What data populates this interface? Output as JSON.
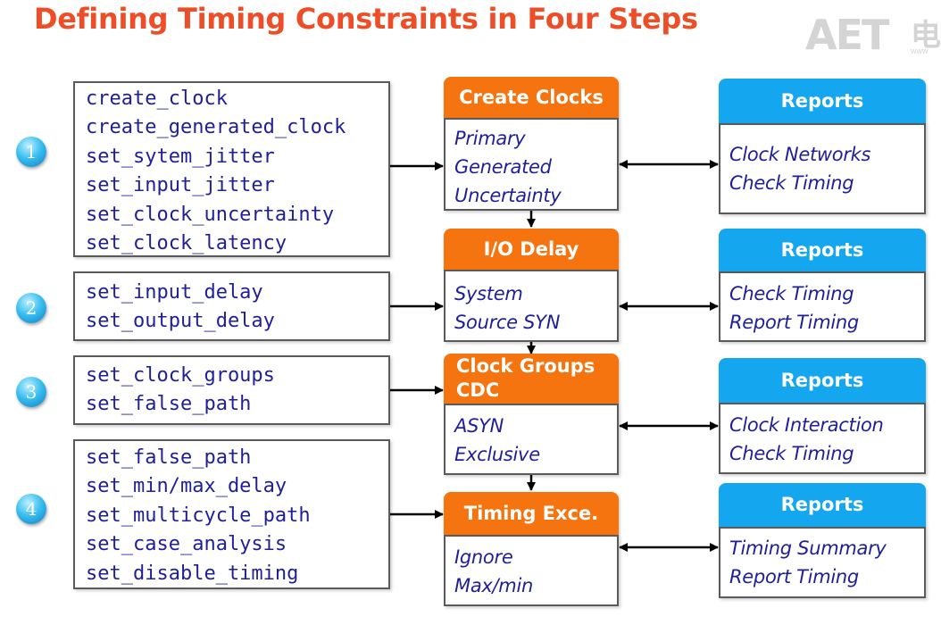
{
  "title": "Defining Timing Constraints in Four Steps",
  "logo": {
    "text": "AET",
    "mark": "电",
    "sub": "www"
  },
  "steps": [
    {
      "number": "1",
      "commands": [
        "create_clock",
        "create_generated_clock",
        "set_sytem_jitter",
        "set_input_jitter",
        "set_clock_uncertainty",
        "set_clock_latency"
      ],
      "stage": {
        "title": "Create Clocks",
        "items": [
          "Primary",
          "Generated",
          "Uncertainty"
        ]
      },
      "reports": {
        "title": "Reports",
        "items": [
          "Clock Networks",
          "Check Timing"
        ]
      }
    },
    {
      "number": "2",
      "commands": [
        "set_input_delay",
        "set_output_delay"
      ],
      "stage": {
        "title": "I/O Delay",
        "items": [
          "System",
          "Source SYN"
        ]
      },
      "reports": {
        "title": "Reports",
        "items": [
          "Check Timing",
          "Report Timing"
        ]
      }
    },
    {
      "number": "3",
      "commands": [
        "set_clock_groups",
        "set_false_path"
      ],
      "stage": {
        "title_lines": [
          "Clock Groups",
          "CDC"
        ],
        "items": [
          "ASYN",
          "Exclusive"
        ]
      },
      "reports": {
        "title": "Reports",
        "items": [
          "Clock Interaction",
          "Check Timing"
        ]
      }
    },
    {
      "number": "4",
      "commands": [
        "set_false_path",
        "set_min/max_delay",
        "set_multicycle_path",
        "set_case_analysis",
        "set_disable_timing"
      ],
      "stage": {
        "title": "Timing Exce.",
        "items": [
          "Ignore",
          "Max/min"
        ]
      },
      "reports": {
        "title": "Reports",
        "items": [
          "Timing Summary",
          "Report Timing"
        ]
      }
    }
  ],
  "colors": {
    "title": "#ee4e27",
    "stage_header": "#f5740f",
    "report_header": "#14a6ee",
    "text": "#1f1f9a"
  }
}
